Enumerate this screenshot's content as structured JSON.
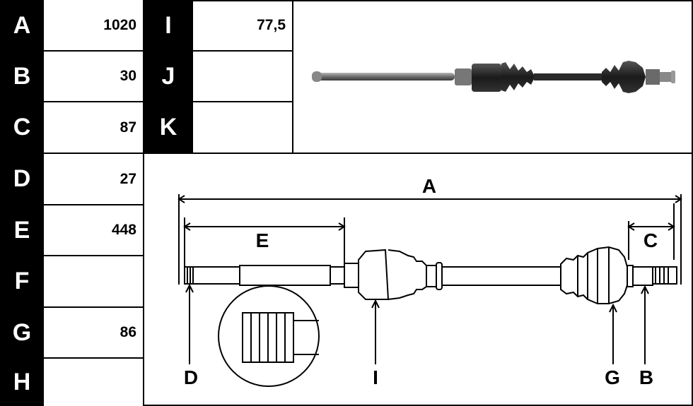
{
  "left_table": [
    {
      "label": "A",
      "value": "1020"
    },
    {
      "label": "B",
      "value": "30"
    },
    {
      "label": "C",
      "value": "87"
    },
    {
      "label": "D",
      "value": "27"
    },
    {
      "label": "E",
      "value": "448"
    },
    {
      "label": "F",
      "value": ""
    },
    {
      "label": "G",
      "value": "86"
    },
    {
      "label": "H",
      "value": ""
    }
  ],
  "right_table": [
    {
      "label": "I",
      "value": "77,5"
    },
    {
      "label": "J",
      "value": ""
    },
    {
      "label": "K",
      "value": ""
    }
  ],
  "diagram_labels": {
    "A": "A",
    "B": "B",
    "C": "C",
    "D": "D",
    "E": "E",
    "G": "G",
    "I": "I"
  }
}
